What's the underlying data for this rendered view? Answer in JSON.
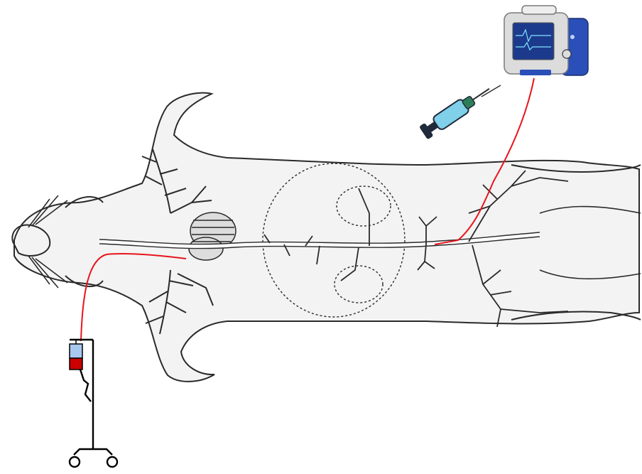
{
  "diagram": {
    "subject": "rat",
    "components": [
      {
        "id": "animal",
        "icon": "rat-anatomy-outline-icon"
      },
      {
        "id": "monitor",
        "icon": "patient-monitor-icon"
      },
      {
        "id": "syringe",
        "icon": "syringe-icon"
      },
      {
        "id": "iv-stand",
        "icon": "iv-stand-icon"
      },
      {
        "id": "blood-bag",
        "icon": "blood-bag-icon"
      }
    ],
    "lines": [
      {
        "id": "arterial-line",
        "from": "monitor",
        "to": "femoral-artery",
        "color": "#e8141c"
      },
      {
        "id": "venous-line",
        "from": "blood-bag",
        "to": "jugular-vein",
        "color": "#e8141c"
      }
    ],
    "colors": {
      "ink": "#2a2a2a",
      "skin": "#f3f3f3",
      "tubing": "#e8141c",
      "monitor_body": "#dcdcdc",
      "monitor_screen": "#1c3a8c",
      "monitor_side": "#2a4fb8",
      "syringe_barrel": "#7fd0e8",
      "syringe_plunger": "#1f2a3a",
      "blood": "#cc0000",
      "bag_plasma": "#a9c8f0"
    }
  }
}
